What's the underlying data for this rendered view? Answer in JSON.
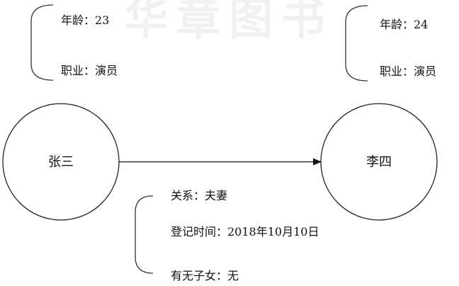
{
  "watermark": "华章图书",
  "nodes": {
    "left": {
      "name": "张三",
      "attributes": [
        "年龄：23",
        "职业：演员"
      ]
    },
    "right": {
      "name": "李四",
      "attributes": [
        "年龄：24",
        "职业：演员"
      ]
    }
  },
  "edge": {
    "attributes": [
      "关系：夫妻",
      "登记时间：2018年10月10日",
      "有无子女：无"
    ]
  }
}
